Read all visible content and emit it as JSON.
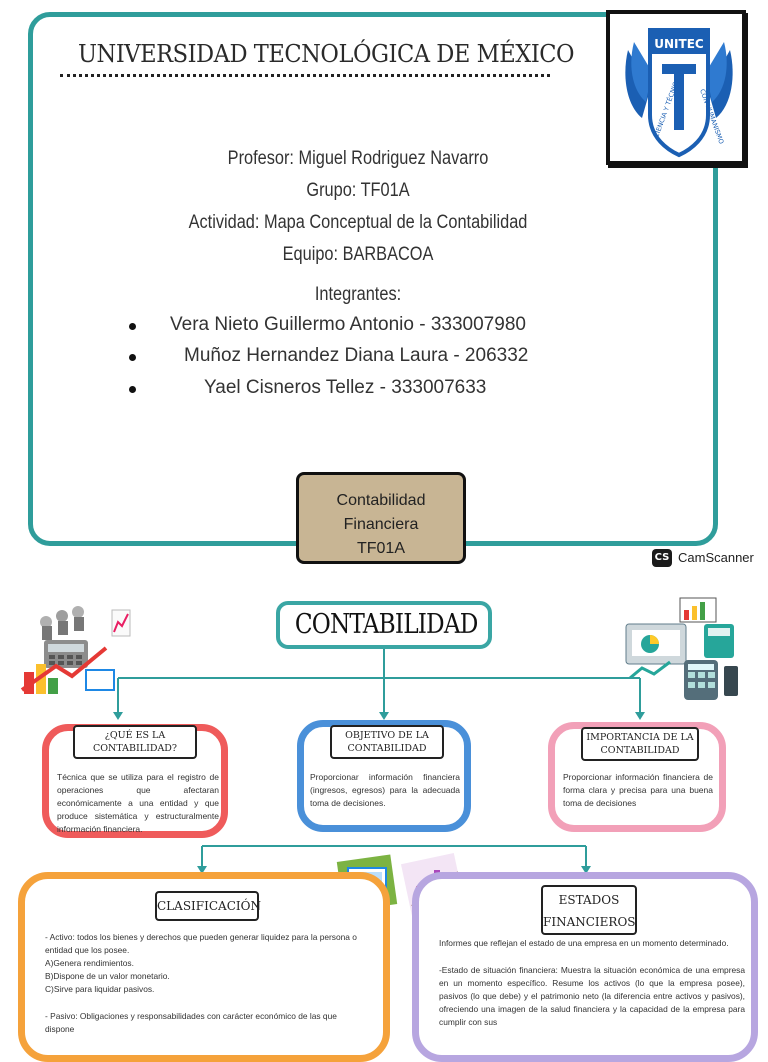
{
  "cover": {
    "university": "UNIVERSIDAD TECNOLÓGICA DE MÉXICO",
    "logo": {
      "acronym": "UNITEC",
      "motto_left": "CIENCIA Y TÉCNICA",
      "motto_right": "CON HUMANISMO"
    },
    "professor": "Profesor: Miguel Rodriguez Navarro",
    "group": "Grupo: TF01A",
    "activity": "Actividad: Mapa Conceptual de la Contabilidad",
    "team": "Equipo: BARBACOA",
    "members_heading": "Integrantes:",
    "members": [
      "Vera Nieto Guillermo Antonio - 333007980",
      "Muñoz Hernandez Diana Laura - 206332",
      "Yael Cisneros Tellez - 333007633"
    ],
    "course_line1": "Contabilidad Financiera",
    "course_line2": "TF01A"
  },
  "scanner": {
    "badge": "CS",
    "label": "CamScanner"
  },
  "map": {
    "title": "CONTABILIDAD",
    "cards": [
      {
        "title": "¿QUÉ ES LA CONTABILIDAD?",
        "text": "Técnica que se utiliza para el registro de operaciones que afectaran económicamente a una entidad y que produce sistemática y estructuralmente información financiera.",
        "color": "#ef5b5b"
      },
      {
        "title": "OBJETIVO DE LA CONTABILIDAD",
        "text": "Proporcionar información financiera (ingresos, egresos) para la adecuada toma de decisiones.",
        "color": "#4a90d9"
      },
      {
        "title": "IMPORTANCIA DE LA CONTABILIDAD",
        "text": "Proporcionar información financiera de forma clara y precisa para una buena toma de decisiones",
        "color": "#f2a0b8"
      }
    ],
    "classification": {
      "title": "CLASIFICACIÓN",
      "color": "#f5a23b",
      "lines": [
        "- Activo: todos los bienes y derechos que pueden generar liquidez para la persona o entidad que los posee.",
        "A)Genera rendimientos.",
        "B)Dispone de un valor monetario.",
        "C)Sirve para liquidar pasivos.",
        "- Pasivo: Obligaciones y responsabilidades con carácter económico de las que dispone"
      ]
    },
    "statements": {
      "title_line1": "ESTADOS",
      "title_line2": "FINANCIEROS",
      "color": "#b7a6e0",
      "lines": [
        "Informes que reflejan el estado de una empresa en un momento determinado.",
        "-Estado de situación financiera: Muestra la situación económica de una empresa en un momento específico. Resume los activos (lo que la empresa posee), pasivos (lo que debe) y el patrimonio neto (la diferencia entre activos y pasivos), ofreciendo una imagen de la salud financiera y la capacidad de la empresa para cumplir con sus"
      ]
    }
  },
  "colors": {
    "teal": "#2f9d9b",
    "kraft": "#c8b594"
  }
}
